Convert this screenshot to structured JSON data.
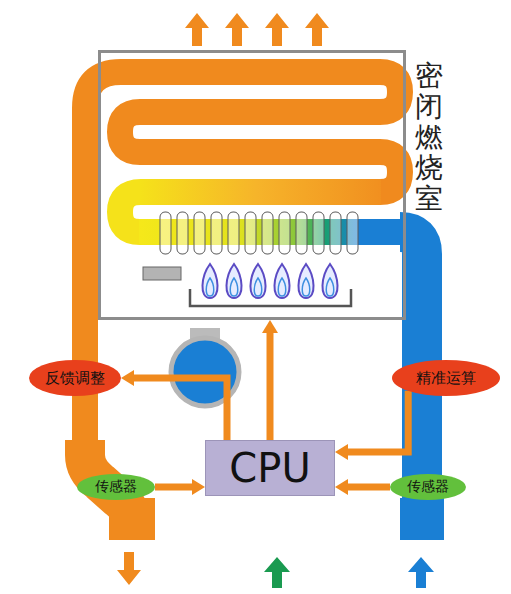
{
  "diagram": {
    "nodes": [
      {
        "text": [
          "密闭燃烧室"
        ]
      },
      {
        "text": [
          "反馈调整"
        ]
      },
      {
        "text": [
          "精准运算"
        ]
      },
      {
        "text": [
          "CPU"
        ]
      },
      {
        "text": [
          "传感器"
        ]
      },
      {
        "text": [
          "传感器"
        ]
      }
    ],
    "edges": [
      {
        "from": 3,
        "to": 0,
        "arrow": "to"
      },
      {
        "from": 3,
        "to": 1,
        "arrow": "to"
      },
      {
        "from": 2,
        "to": 3,
        "arrow": "to"
      },
      {
        "from": 4,
        "to": 3,
        "arrow": "to"
      },
      {
        "from": 5,
        "to": 3,
        "arrow": "to"
      }
    ]
  }
}
